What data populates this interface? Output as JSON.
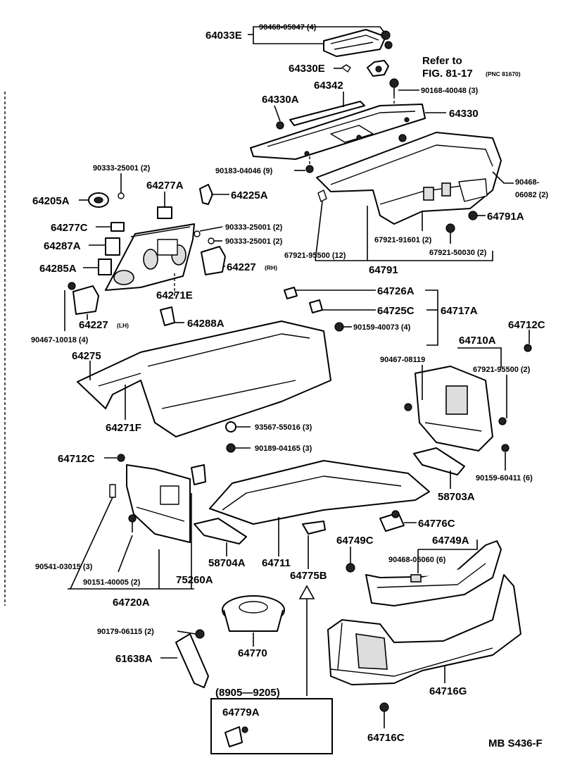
{
  "labels": {
    "l64033E": "64033E",
    "l90468_05047": "90468-05047 (4)",
    "lReferTo": "Refer to",
    "lFig": "FIG. 81-17",
    "lPnc": "(PNC 81670)",
    "l64330E": "64330E",
    "l64342": "64342",
    "l90168_40048": "90168-40048 (3)",
    "l64330A": "64330A",
    "l64330": "64330",
    "l90333_25001_a": "90333-25001 (2)",
    "l90183_04046": "90183-04046 (9)",
    "l90468_06082_a": "90468-",
    "l90468_06082_b": "06082 (2)",
    "l64205A": "64205A",
    "l64277A": "64277A",
    "l64225A": "64225A",
    "l64791A": "64791A",
    "l64277C": "64277C",
    "l90333_25001_b": "90333-25001 (2)",
    "l64287A": "64287A",
    "l90333_25001_c": "90333-25001 (2)",
    "l67921_95500_12": "67921-95500 (12)",
    "l67921_91601": "67921-91601 (2)",
    "l67921_50030": "67921-50030 (2)",
    "l64285A": "64285A",
    "l64227RH": "64227",
    "lRH": "(RH)",
    "l64791": "64791",
    "l64271E": "64271E",
    "l64726A": "64726A",
    "l64725C": "64725C",
    "l64717A": "64717A",
    "l64227LH": "64227",
    "lLH": "(LH)",
    "l64288A": "64288A",
    "l90159_40073": "90159-40073 (4)",
    "l64712C_a": "64712C",
    "l90467_10018": "90467-10018 (4)",
    "l64710A": "64710A",
    "l64275": "64275",
    "l90467_08119": "90467-08119",
    "l67921_95500_2": "67921-95500 (2)",
    "l64271F": "64271F",
    "l93567_55016": "93567-55016 (3)",
    "l90189_04165": "90189-04165 (3)",
    "l64712C_b": "64712C",
    "l90159_60411": "90159-60411 (6)",
    "l58703A": "58703A",
    "l64776C": "64776C",
    "l64749C": "64749C",
    "l64749A": "64749A",
    "l90468_05060": "90468-05060 (6)",
    "l90541_03015": "90541-03015 (3)",
    "l90151_40005": "90151-40005 (2)",
    "l75260A": "75260A",
    "l58704A": "58704A",
    "l64711": "64711",
    "l64775B": "64775B",
    "l64720A": "64720A",
    "l90179_06115": "90179-06115 (2)",
    "l61638A": "61638A",
    "l64770": "64770",
    "l64716G": "64716G",
    "lDateRange": "(8905—9205)",
    "l64779A": "64779A",
    "l64716C": "64716C",
    "lFooter": "MB S436-F"
  }
}
